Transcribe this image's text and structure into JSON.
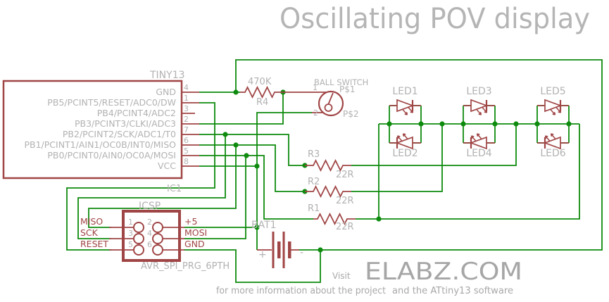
{
  "title": "Oscillating POV display",
  "ic": {
    "part_label": "TINY13",
    "designator": "IC1",
    "pins": [
      {
        "number": "4",
        "name": "GND"
      },
      {
        "number": "1",
        "name": "PB5/PCINT5/RESET/ADC0/DW"
      },
      {
        "number": "3",
        "name": "PB4/PCINT4/ADC2"
      },
      {
        "number": "2",
        "name": "PB3/PCINT3/CLKI/ADC3"
      },
      {
        "number": "7",
        "name": "PB2/PCINT2/SCK/ADC1/T0"
      },
      {
        "number": "6",
        "name": "PB1/PCINT1/AIN1/OC0B/INT0/MISO"
      },
      {
        "number": "5",
        "name": "PB0/PCINT0/AIN0/OC0A/MOSI"
      },
      {
        "number": "8",
        "name": "VCC"
      }
    ]
  },
  "r4": {
    "value": "470K",
    "name": "R4"
  },
  "ball_switch": {
    "label": "BALL SWITCH",
    "p1": "P$1",
    "p2": "P$2",
    "n1": "1",
    "n2": "2"
  },
  "resistors": {
    "r3": {
      "name": "R3",
      "value": "22R"
    },
    "r2": {
      "name": "R2",
      "value": "22R"
    },
    "r1": {
      "name": "R1",
      "value": "22R"
    }
  },
  "leds": [
    "LED1",
    "LED2",
    "LED3",
    "LED4",
    "LED5",
    "LED6"
  ],
  "battery": {
    "name": "BAT1",
    "plus": "+",
    "minus": "-"
  },
  "icsp": {
    "title": "ICSP",
    "part": "AVR_SPI_PRG_6PTH",
    "left": [
      {
        "num": "1",
        "label": "MISO"
      },
      {
        "num": "3",
        "label": "SCK"
      },
      {
        "num": "5",
        "label": "RESET"
      }
    ],
    "right": [
      {
        "num": "2",
        "label": "+5"
      },
      {
        "num": "4",
        "label": "MOSI"
      },
      {
        "num": "6",
        "label": "GND"
      }
    ]
  },
  "footer": {
    "visit": "Visit",
    "brand": "ELABZ.COM",
    "note1": "for more information about the project",
    "note2": "and the ATtiny13 software"
  },
  "colors": {
    "wire_green": "#0e8b0e",
    "component_red": "#a04545",
    "label_gray": "#b2b2b2"
  }
}
